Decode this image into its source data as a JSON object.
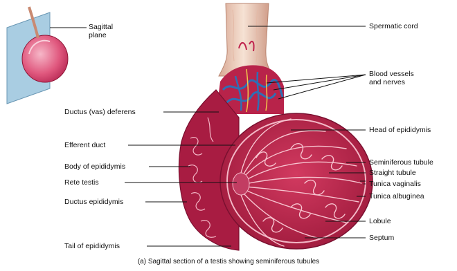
{
  "inset": {
    "label_line1": "Sagittal",
    "label_line2": "plane"
  },
  "labels": {
    "spermatic_cord": "Spermatic cord",
    "blood_vessels_line1": "Blood vessels",
    "blood_vessels_line2": "and nerves",
    "ductus_deferens": "Ductus (vas) deferens",
    "head_epididymis": "Head of epididymis",
    "efferent_duct": "Efferent duct",
    "seminiferous_tubule": "Seminiferous tubule",
    "body_epididymis": "Body of epididymis",
    "straight_tubule": "Straight tubule",
    "rete_testis": "Rete testis",
    "tunica_vaginalis": "Tunica vaginalis",
    "tunica_albuginea": "Tunica albuginea",
    "ductus_epididymis": "Ductus epididymis",
    "lobule": "Lobule",
    "septum": "Septum",
    "tail_epididymis": "Tail of epididymis"
  },
  "caption": "(a) Sagittal section of a testis showing seminiferous tubules",
  "colors": {
    "tissue": "#c0244d",
    "tissue_dark": "#8e1535",
    "tissue_light": "#e0708c",
    "tubule": "#f7c3cf",
    "cord": "#f1d4c2",
    "vessel_blue": "#2f6fb5",
    "plane": "#9fc3da"
  }
}
